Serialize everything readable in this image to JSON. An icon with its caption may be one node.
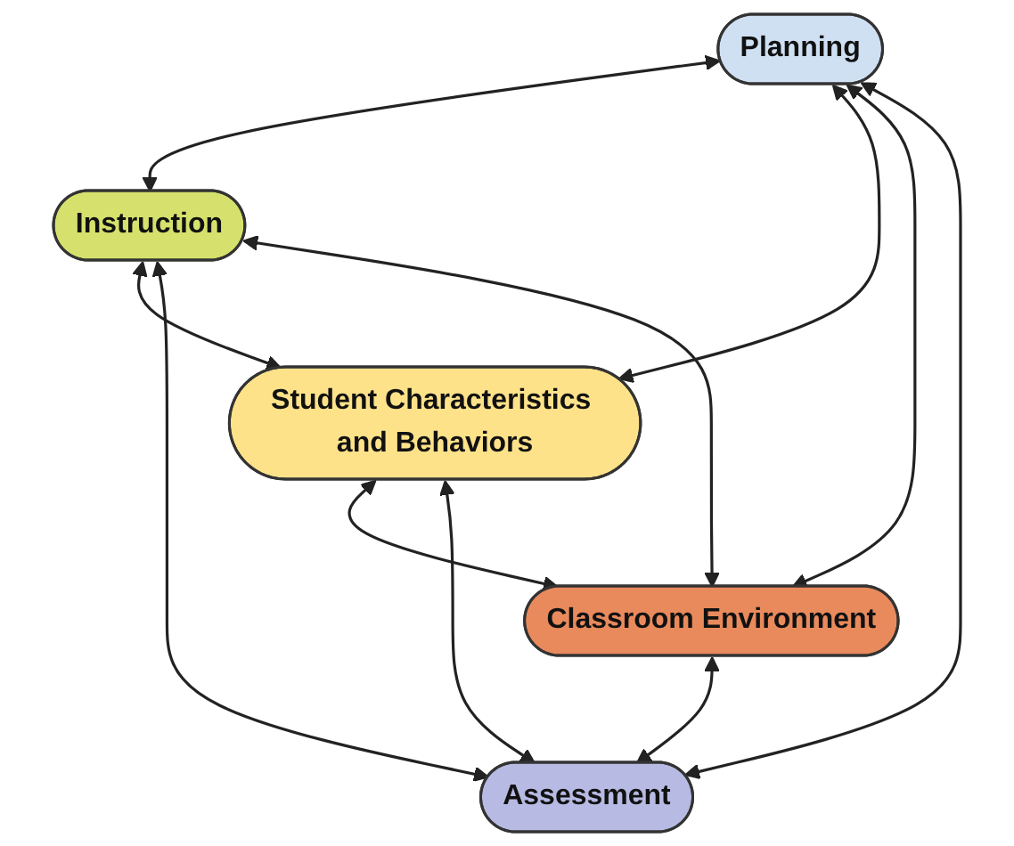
{
  "diagram": {
    "nodes": [
      {
        "text": [
          "Planning"
        ]
      },
      {
        "text": [
          "Instruction"
        ]
      },
      {
        "text": [
          "Student Characteristics and Behaviors"
        ]
      },
      {
        "text": [
          "Classroom Environment"
        ]
      },
      {
        "text": [
          "Assessment"
        ]
      }
    ],
    "edges": [
      {
        "from": 0,
        "to": 1,
        "arrow": "both"
      },
      {
        "from": 0,
        "to": 2,
        "arrow": "both"
      },
      {
        "from": 1,
        "to": 2,
        "arrow": "both"
      },
      {
        "from": 0,
        "to": 3,
        "arrow": "both"
      },
      {
        "from": 1,
        "to": 4,
        "arrow": "both"
      },
      {
        "from": 0,
        "to": 4,
        "arrow": "both"
      },
      {
        "from": 1,
        "to": 3,
        "arrow": "both"
      },
      {
        "from": 2,
        "to": 3,
        "arrow": "both"
      },
      {
        "from": 2,
        "to": 4,
        "arrow": "both"
      },
      {
        "from": 3,
        "to": 4,
        "arrow": "both"
      }
    ]
  }
}
